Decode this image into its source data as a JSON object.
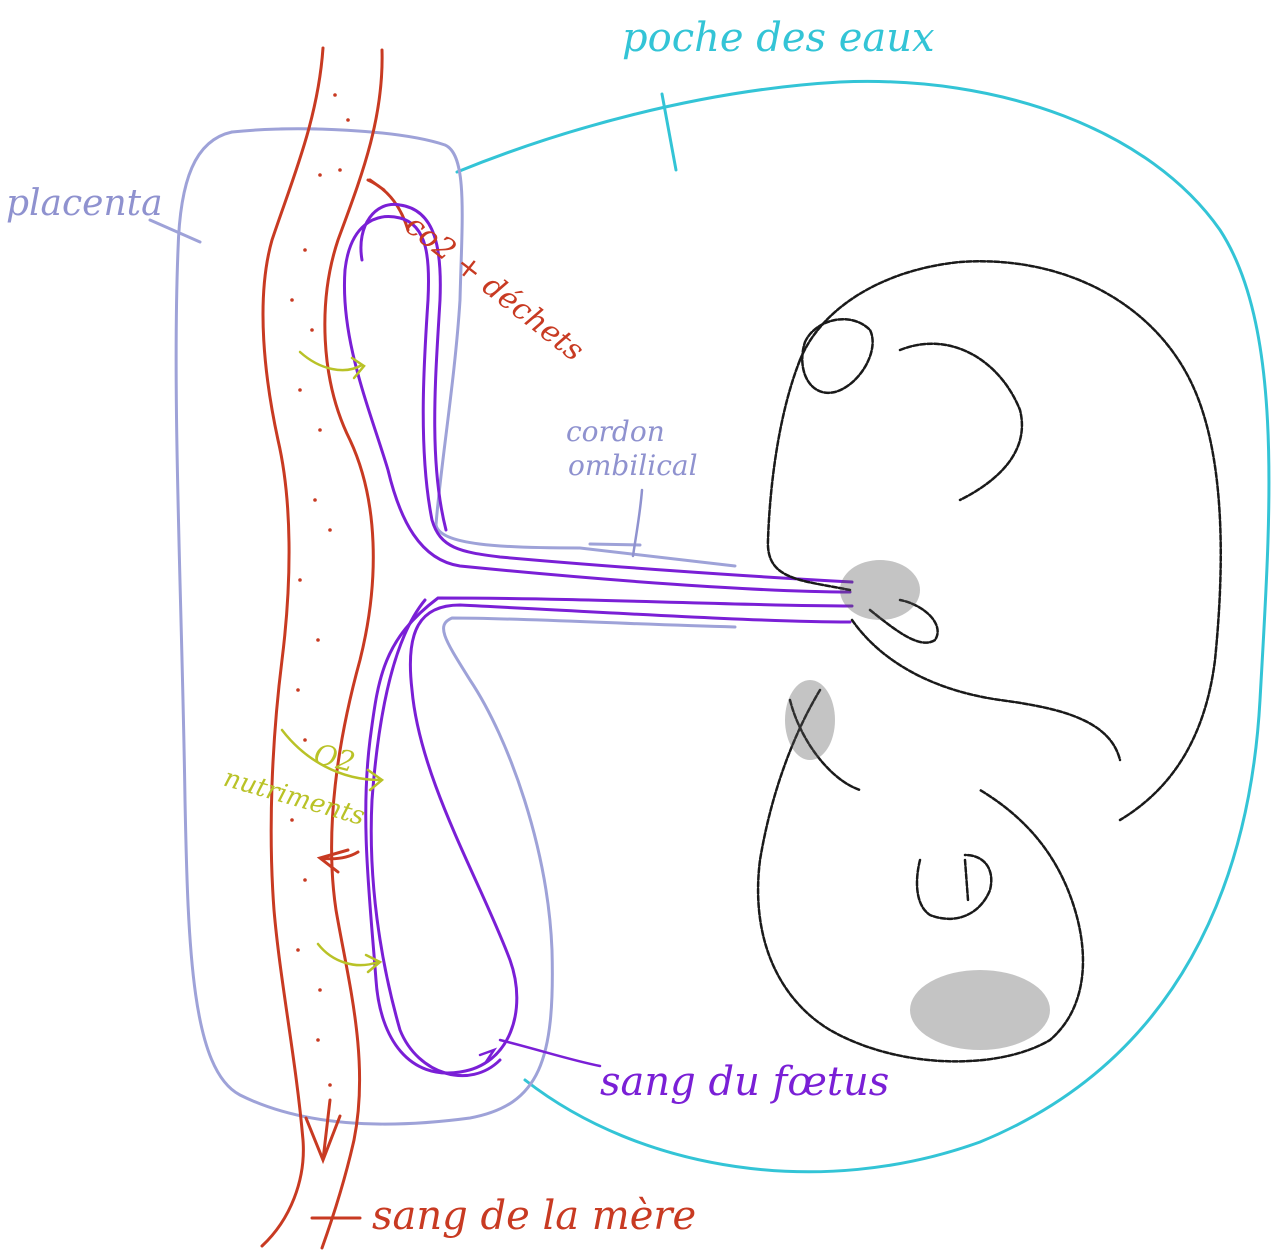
{
  "labels": {
    "placenta": "placenta",
    "poche_des_eaux": "poche des eaux",
    "co2_dechets": "co2 + déchets",
    "cordon": "cordon",
    "ombilical": "ombilical",
    "o2": "O2",
    "nutriments": "nutriments",
    "sang_du_foetus": "sang du fœtus",
    "sang_de_la_mere": "sang de la mère"
  },
  "colors": {
    "maternal_blood": "#c83a22",
    "fetal_blood": "#7a1fd6",
    "placenta": "#8f92cf",
    "amniotic_sac": "#33c4d6",
    "exchange": "#b9c227",
    "fetus": "#1a1a1a"
  }
}
